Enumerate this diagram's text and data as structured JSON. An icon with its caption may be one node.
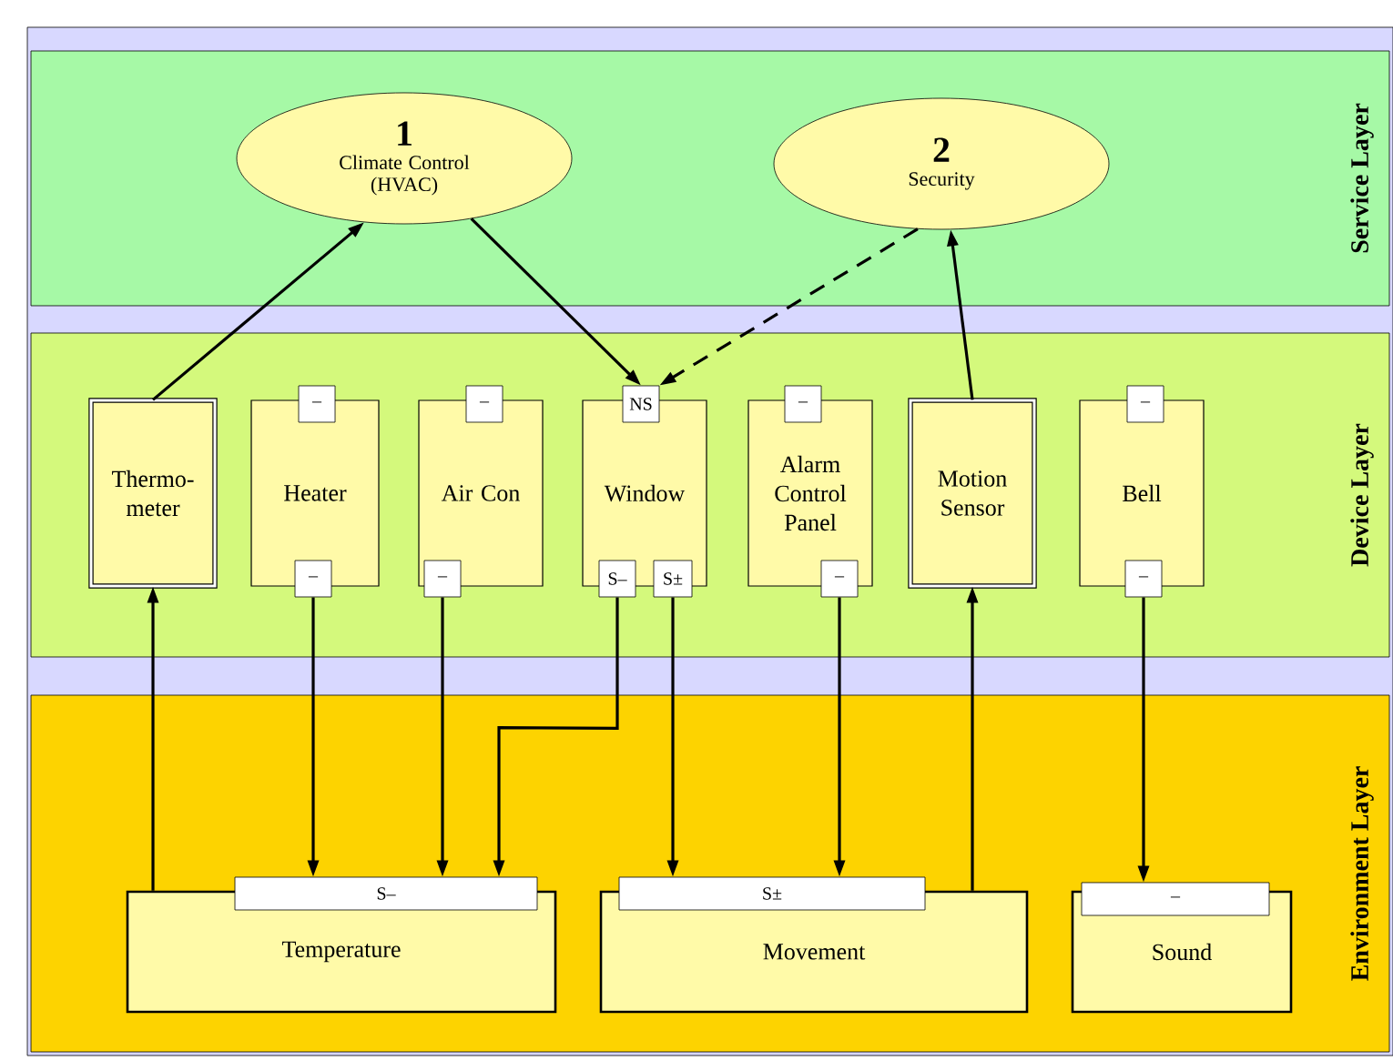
{
  "diagram": {
    "nodes": [
      {
        "text": [
          "Service Layer"
        ]
      },
      {
        "text": [
          "1",
          "Climate Control (HVAC)"
        ],
        "in": 0
      },
      {
        "text": [
          "2",
          "Security"
        ],
        "in": 0
      },
      {
        "text": [
          "Device Layer"
        ]
      },
      {
        "text": [
          "Thermo- meter"
        ],
        "in": 3
      },
      {
        "text": [
          "Heater"
        ],
        "in": 3
      },
      {
        "text": [
          "Air Con"
        ],
        "in": 3
      },
      {
        "text": [
          "Window"
        ],
        "in": 3
      },
      {
        "text": [
          "Alarm Control Panel"
        ],
        "in": 3
      },
      {
        "text": [
          "Motion Sensor"
        ],
        "in": 3
      },
      {
        "text": [
          "Bell"
        ],
        "in": 3
      },
      {
        "text": [
          "–"
        ],
        "in": 3
      },
      {
        "text": [
          "–"
        ],
        "in": 3
      },
      {
        "text": [
          "–"
        ],
        "in": 3
      },
      {
        "text": [
          "–"
        ],
        "in": 3
      },
      {
        "text": [
          "NS"
        ],
        "in": 3
      },
      {
        "text": [
          "S–"
        ],
        "in": 3
      },
      {
        "text": [
          "S±"
        ],
        "in": 3
      },
      {
        "text": [
          "–"
        ],
        "in": 3
      },
      {
        "text": [
          "–"
        ],
        "in": 3
      },
      {
        "text": [
          "–"
        ],
        "in": 3
      },
      {
        "text": [
          "–"
        ],
        "in": 3
      },
      {
        "text": [
          "Environment Layer"
        ]
      },
      {
        "text": [
          "Temperature"
        ],
        "in": 22
      },
      {
        "text": [
          "Movement"
        ],
        "in": 22
      },
      {
        "text": [
          "Sound"
        ],
        "in": 22
      },
      {
        "text": [
          "S–"
        ],
        "in": 22
      },
      {
        "text": [
          "S±"
        ],
        "in": 22
      },
      {
        "text": [
          "–"
        ],
        "in": 22
      }
    ],
    "edges": [
      {
        "from": 4,
        "to": 1,
        "arrow": "to"
      },
      {
        "from": 1,
        "to": 15,
        "arrow": "to"
      },
      {
        "from": 2,
        "to": 15,
        "arrow": "to",
        "style": "dashed"
      },
      {
        "from": 9,
        "to": 2,
        "arrow": "to"
      },
      {
        "from": 23,
        "to": 4,
        "arrow": "to"
      },
      {
        "from": 12,
        "to": 26,
        "arrow": "to"
      },
      {
        "from": 14,
        "to": 26,
        "arrow": "to"
      },
      {
        "from": 16,
        "to": 26,
        "arrow": "to"
      },
      {
        "from": 17,
        "to": 27,
        "arrow": "to"
      },
      {
        "from": 19,
        "to": 27,
        "arrow": "to"
      },
      {
        "from": 24,
        "to": 9,
        "arrow": "to"
      },
      {
        "from": 21,
        "to": 28,
        "arrow": "to"
      }
    ]
  }
}
